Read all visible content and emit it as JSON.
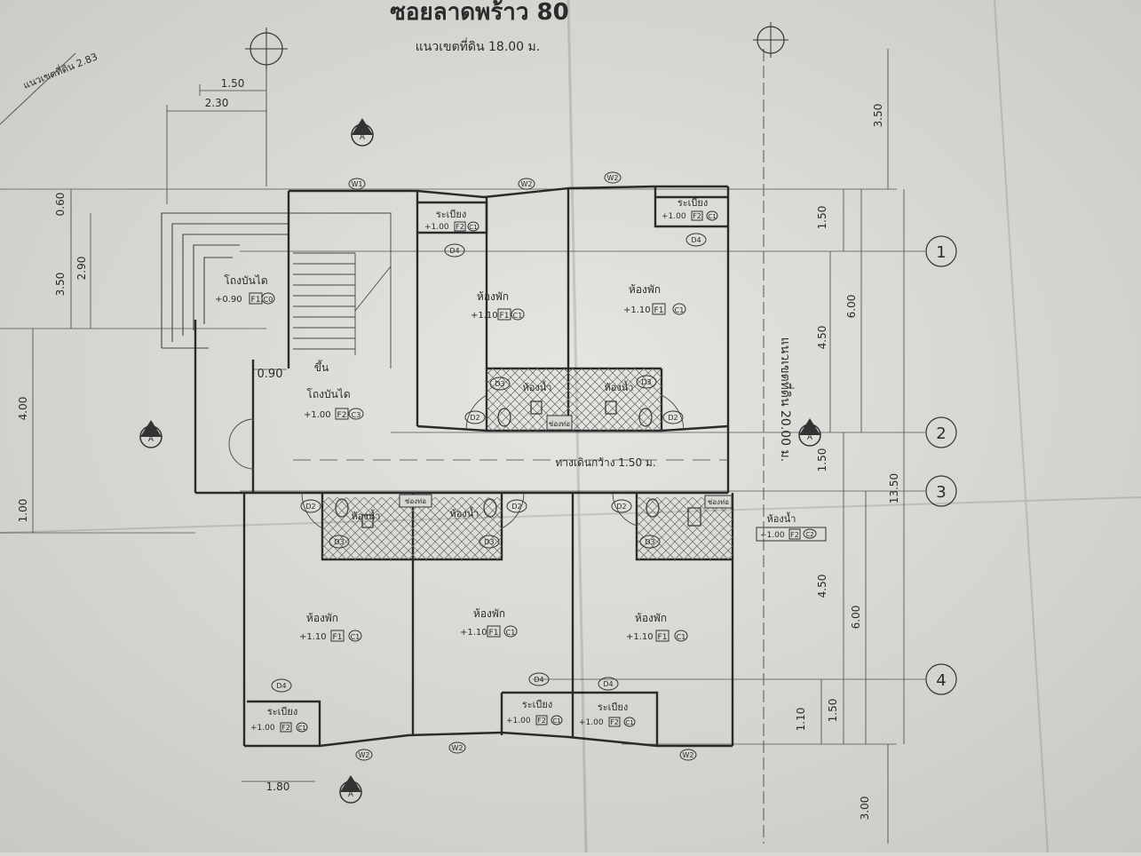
{
  "title": "ซอยลาดพร้าว 80",
  "boundary_label": "แนวเขตที่ดิน 18.00 ม.",
  "side_boundary_label": "แนวเขตที่ดิน 20.00 ม.",
  "corner_label": "แนวเขตที่ดิน 2.83",
  "corridor_label": "ทางเดินกว้าง 1.50 ม.",
  "up_label": "ขึ้น",
  "grid_labels": [
    "1",
    "2",
    "3",
    "4"
  ],
  "section_markers": [
    "A",
    "A",
    "A",
    "A"
  ],
  "rooms": {
    "stair_hall": {
      "name": "โถงบันได",
      "level": "+0.90",
      "floor": "F1",
      "ceiling": "C0"
    },
    "lobby": {
      "name": "โถงบันได",
      "level": "+1.00",
      "floor": "F2",
      "ceiling": "C3"
    },
    "bedroom_ul": {
      "name": "ห้องพัก",
      "level": "+1.10",
      "floor": "F1",
      "ceiling": "C1"
    },
    "bedroom_ur": {
      "name": "ห้องพัก",
      "level": "+1.10",
      "floor": "F1",
      "ceiling": "C1"
    },
    "bedroom_ll": {
      "name": "ห้องพัก",
      "level": "+1.10",
      "floor": "F1",
      "ceiling": "C1"
    },
    "bedroom_lm": {
      "name": "ห้องพัก",
      "level": "+1.10",
      "floor": "F1",
      "ceiling": "C1"
    },
    "bedroom_lr": {
      "name": "ห้องพัก",
      "level": "+1.10",
      "floor": "F1",
      "ceiling": "C1"
    },
    "balcony_ul": {
      "name": "ระเบียง",
      "level": "+1.00",
      "floor": "F2",
      "ceiling": "C1"
    },
    "balcony_ur": {
      "name": "ระเบียง",
      "level": "+1.00",
      "floor": "F2",
      "ceiling": "C1"
    },
    "balcony_ll": {
      "name": "ระเบียง",
      "level": "+1.00",
      "floor": "F2",
      "ceiling": "C1"
    },
    "balcony_lm": {
      "name": "ระเบียง",
      "level": "+1.00",
      "floor": "F2",
      "ceiling": "C1"
    },
    "balcony_lr": {
      "name": "ระเบียง",
      "level": "+1.00",
      "floor": "F2",
      "ceiling": "C1"
    },
    "bath_u1": {
      "name": "ห้องน้ำ"
    },
    "bath_u2": {
      "name": "ห้องน้ำ"
    },
    "bath_l1": {
      "name": "ห้องน้ำ"
    },
    "bath_l2": {
      "name": "ห้องน้ำ"
    },
    "bath_lr": {
      "name": "ห้องน้ำ",
      "level": "+1.00",
      "floor": "F2",
      "ceiling": "C2"
    },
    "duct_u": {
      "name": "ช่องท่อ"
    },
    "duct_l": {
      "name": "ช่องท่อ"
    },
    "duct_r": {
      "name": "ช่องท่อ"
    }
  },
  "doors": {
    "d2": "D2",
    "d3": "D3",
    "d4": "D4"
  },
  "windows": {
    "w1": "W1",
    "w2": "W2"
  },
  "dims": {
    "top_a": "1.50",
    "top_b": "2.30",
    "left_a": "0.60",
    "left_b": "3.50",
    "left_c": "2.90",
    "left_d": "4.00",
    "left_e": "1.00",
    "stair_gap": "0.90",
    "bottom_a": "1.80",
    "right_a": "3.50",
    "right_b": "1.50",
    "right_c": "4.50",
    "right_d": "6.00",
    "right_e": "1.50",
    "right_total": "13.50",
    "right_f": "4.50",
    "right_g": "6.00",
    "right_h": "1.50",
    "right_i": "1.10",
    "right_j": "3.00"
  }
}
